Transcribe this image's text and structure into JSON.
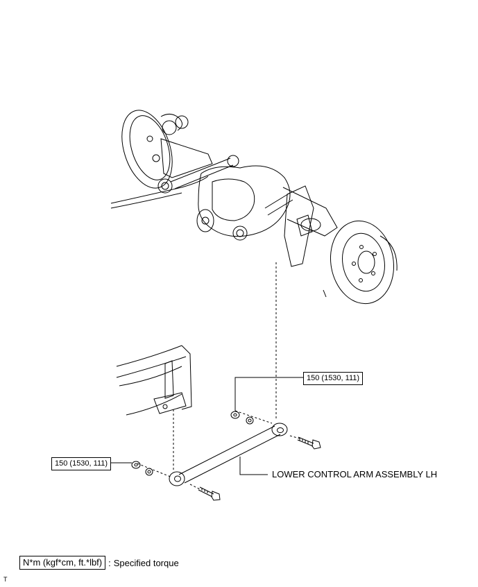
{
  "callouts": {
    "torque_upper": "150 (1530, 111)",
    "torque_lower": "150 (1530, 111)",
    "part_label": "LOWER CONTROL ARM ASSEMBLY LH"
  },
  "legend": {
    "unit_box": "N*m (kgf*cm, ft.*lbf)",
    "separator": ":",
    "description": "Specified torque"
  },
  "corner_mark": "T"
}
